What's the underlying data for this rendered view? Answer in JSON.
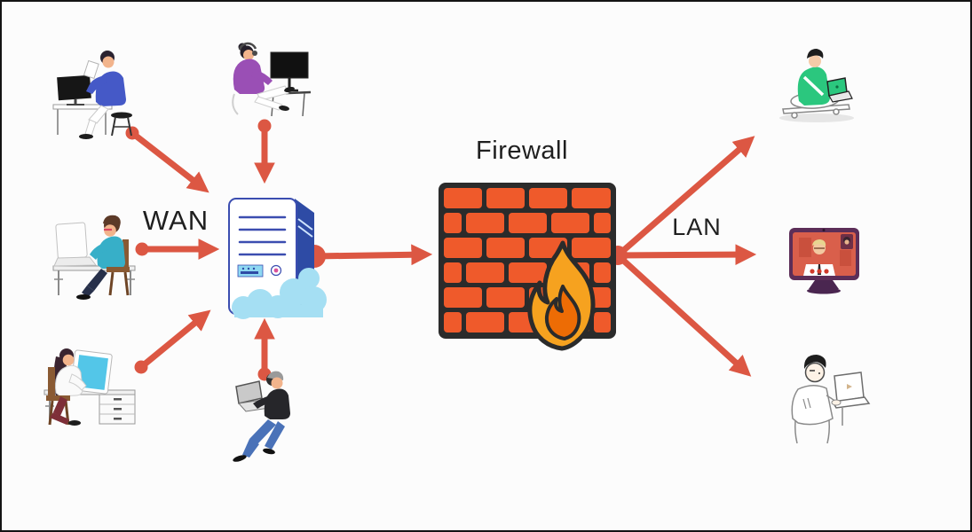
{
  "diagram": {
    "type": "network-firewall-topology",
    "labels": {
      "wan": "WAN",
      "firewall": "Firewall",
      "lan": "LAN"
    },
    "nodes": {
      "wan_side_users": [
        {
          "name": "employee-blue-shirt-desk-monitor"
        },
        {
          "name": "employee-purple-headphones-monitor"
        },
        {
          "name": "employee-teal-shirt-desk-laptop"
        },
        {
          "name": "employee-woman-desk-drawers-monitor"
        },
        {
          "name": "employee-dark-jacket-sitting-laptop"
        }
      ],
      "gateway": {
        "name": "server-tower"
      },
      "firewall": {
        "name": "firewall-brick-wall-flame"
      },
      "lan_side_users": [
        {
          "name": "user-green-shirt-crosslegged-laptop"
        },
        {
          "name": "monitor-video-call"
        },
        {
          "name": "user-standing-with-laptop"
        }
      ]
    },
    "connections": [
      {
        "from": "employee-blue-shirt-desk-monitor",
        "to": "server-tower"
      },
      {
        "from": "employee-purple-headphones-monitor",
        "to": "server-tower"
      },
      {
        "from": "employee-teal-shirt-desk-laptop",
        "to": "server-tower",
        "label": "WAN"
      },
      {
        "from": "employee-woman-desk-drawers-monitor",
        "to": "server-tower"
      },
      {
        "from": "employee-dark-jacket-sitting-laptop",
        "to": "server-tower"
      },
      {
        "from": "server-tower",
        "to": "firewall-brick-wall-flame"
      },
      {
        "from": "firewall-brick-wall-flame",
        "to": "user-green-shirt-crosslegged-laptop",
        "label": "LAN"
      },
      {
        "from": "firewall-brick-wall-flame",
        "to": "monitor-video-call"
      },
      {
        "from": "firewall-brick-wall-flame",
        "to": "user-standing-with-laptop"
      }
    ],
    "colors": {
      "arrow": "#DC5743",
      "brick": "#EF5A2B",
      "outline": "#2B2B2B",
      "flame_outer": "#F6A21F",
      "flame_inner": "#ED6C05",
      "server_side_blue": "#2E4BA5",
      "server_line_blue": "#3B4DB0",
      "cloud_blue": "#A5DFF3",
      "text": "#1F1F1F",
      "background": "#FCFCFC"
    }
  }
}
